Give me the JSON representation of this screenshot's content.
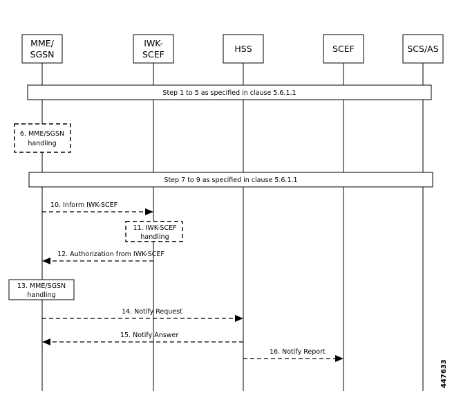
{
  "diagram": {
    "entities": [
      {
        "id": "mme",
        "lines": [
          "MME/",
          "SGSN"
        ]
      },
      {
        "id": "iwk",
        "lines": [
          "IWK-",
          "SCEF"
        ]
      },
      {
        "id": "hss",
        "lines": [
          "HSS"
        ]
      },
      {
        "id": "scef",
        "lines": [
          "SCEF"
        ]
      },
      {
        "id": "scs",
        "lines": [
          "SCS/AS"
        ]
      }
    ],
    "spans": [
      {
        "id": "span-steps-1-5",
        "text": "Step 1 to 5 as specified in clause 5.6.1.1"
      },
      {
        "id": "span-steps-7-9",
        "text": "Step 7 to 9 as specified in clause 5.6.1.1"
      }
    ],
    "notes": [
      {
        "id": "step-6",
        "lines": [
          "6. MME/SGSN",
          "handling"
        ],
        "dashed": true
      },
      {
        "id": "step-11",
        "lines": [
          "11. IWK-SCEF",
          "handling"
        ],
        "dashed": true
      },
      {
        "id": "step-13",
        "lines": [
          "13. MME/SGSN",
          "handling"
        ],
        "dashed": false
      }
    ],
    "messages": [
      {
        "id": "msg-10",
        "label": "10. Inform IWK-SCEF",
        "from": "mme",
        "to": "iwk"
      },
      {
        "id": "msg-12",
        "label": "12. Authorization from IWK-SCEF",
        "from": "iwk",
        "to": "mme"
      },
      {
        "id": "msg-14",
        "label": "14. Notify Request",
        "from": "mme",
        "to": "hss"
      },
      {
        "id": "msg-15",
        "label": "15. Notify Answer",
        "from": "hss",
        "to": "mme"
      },
      {
        "id": "msg-16",
        "label": "16. Notify Report",
        "from": "hss",
        "to": "scef"
      }
    ],
    "figure_id": "447633"
  }
}
